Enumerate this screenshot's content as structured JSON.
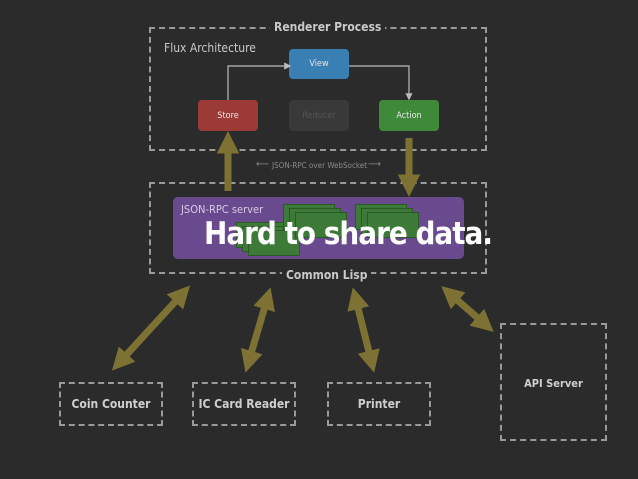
{
  "renderer": {
    "title": "Renderer Process",
    "flux_title": "Flux Architecture"
  },
  "nodes": {
    "view": "View",
    "store": "Store",
    "reducer": "Reducer",
    "action": "Action"
  },
  "transport": "JSON-RPC over WebSocket",
  "server": {
    "title": "JSON-RPC server",
    "overlay": "Hard to share data."
  },
  "lisp_title": "Common Lisp",
  "devices": {
    "coin_counter": "Coin Counter",
    "ic_card_reader": "IC Card Reader",
    "printer": "Printer",
    "api_server": "API Server"
  },
  "colors": {
    "background": "#2b2b2b",
    "view": "#3a7fb4",
    "store": "#9b3a36",
    "reducer": "#3a3a3a",
    "action": "#3f8a3a",
    "server": "#6a4a8e",
    "arrows": "#7d7233"
  }
}
